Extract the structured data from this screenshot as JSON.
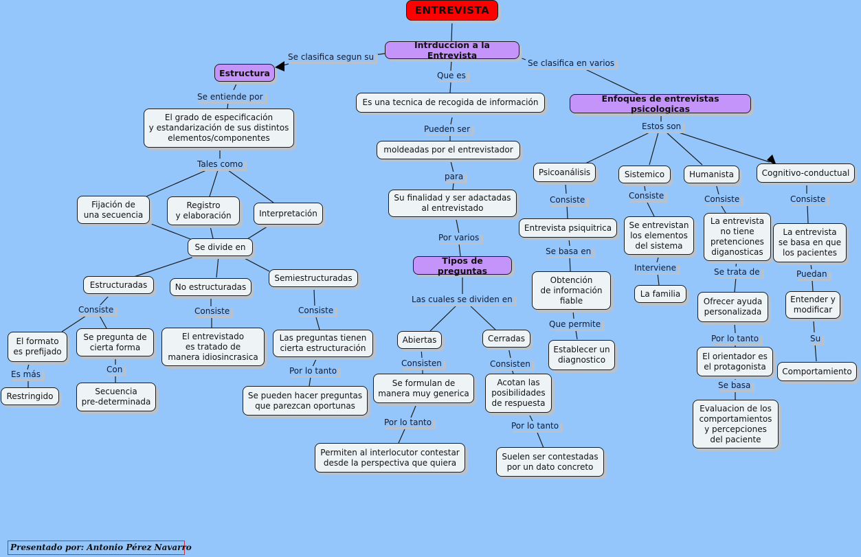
{
  "title": "ENTREVISTA",
  "colors": {
    "background": "#94c6fb",
    "root": "#ff0000",
    "main_concept": "#c594fa",
    "concept": "#eef3f6"
  },
  "nodes": {
    "root": "ENTREVISTA",
    "intro": "Intrduccion a la Entrevista",
    "estructura": "Estructura",
    "grado": "El grado de especificación\ny estandarización de sus distintos\nelementos/componentes",
    "fijacion": "Fijación de\nuna secuencia",
    "registro": "Registro\ny elaboración",
    "interpretacion": "Interpretación",
    "divide": "Se divide en",
    "estructuradas": "Estructuradas",
    "no_estructuradas": "No estructuradas",
    "semiestructuradas": "Semiestructuradas",
    "formato": "El formato\nes prefijado",
    "pregunta_forma": "Se pregunta de\ncierta forma",
    "restringido": "Restringido",
    "secuencia": "Secuencia\npre-determinada",
    "idiosincrasica": "El entrevistado\nes tratado de\nmanera idiosincrasica",
    "preguntas_tienen": "Las preguntas tienen\ncierta estructuración",
    "oportunas": "Se pueden hacer preguntas\nque parezcan oportunas",
    "tecnica": "Es una tecnica de recogida de información",
    "moldeadas": "moldeadas por el entrevistador",
    "finalidad": "Su finalidad y ser adactadas\nal entrevistado",
    "tipos": "Tipos de preguntas",
    "abiertas": "Abiertas",
    "cerradas": "Cerradas",
    "formulan": "Se formulan de\nmanera muy generica",
    "acotan": "Acotan las\nposibilidades\nde respuesta",
    "permiten": "Permiten al interlocutor contestar\ndesde la perspectiva que quiera",
    "suelen": "Suelen ser contestadas\npor un dato concreto",
    "enfoques": "Enfoques de entrevistas psicologicas",
    "psicoanalisis": "Psicoanálisis",
    "sistemico": "Sistemico",
    "humanista": "Humanista",
    "cognitivo": "Cognitivo-conductual",
    "psiquitrica": "Entrevista psiquitrica",
    "obtencion": "Obtención\nde información\nfiable",
    "diagnostico": "Establecer un\ndiagnostico",
    "elementos": "Se entrevistan\nlos elementos\ndel sistema",
    "familia": "La familia",
    "no_tiene": "La entrevista\nno tiene\npretenciones\ndiganosticas",
    "ayuda": "Ofrecer ayuda\npersonalizada",
    "orientador": "El orientador es\nel protagonista",
    "evaluacion": "Evaluacion de los\ncomportamientos\ny percepciones\ndel paciente",
    "se_basa_que": "La entrevista\nse basa en que\nlos pacientes",
    "entender": "Entender y\nmodificar",
    "comportamiento": "Comportamiento"
  },
  "links": {
    "clasifica_segun": "Se clasifica segun su",
    "clasifica_varios": "Se clasifica en varios",
    "que_es": "Que es",
    "entiende_por": "Se entiende por",
    "tales_como": "Tales como",
    "consiste_e": "Consiste",
    "consiste_ne": "Consiste",
    "consiste_se": "Consiste",
    "es_mas": "Es más",
    "con": "Con",
    "por_lo_tanto_se": "Por lo tanto",
    "pueden_ser": "Pueden ser",
    "para": "para",
    "por_varios": "Por varios",
    "cuales_dividen": "Las cuales se dividen en",
    "consisten_a": "Consisten",
    "consisten_c": "Consisten",
    "por_lo_tanto_a": "Por lo tanto",
    "por_lo_tanto_c": "Por lo tanto",
    "estos_son": "Estos son",
    "consiste_p": "Consiste",
    "consiste_s": "Consiste",
    "consiste_h": "Consiste",
    "consiste_c": "Consiste",
    "se_basa_en": "Se basa en",
    "que_permite": "Que permite",
    "interviene": "Interviene",
    "se_trata_de": "Se trata de",
    "por_lo_tanto_h": "Por lo tanto",
    "se_basa": "Se basa",
    "puedan": "Puedan",
    "su": "Su"
  },
  "footer": "Presentado por: Antonio Pérez Navarro"
}
